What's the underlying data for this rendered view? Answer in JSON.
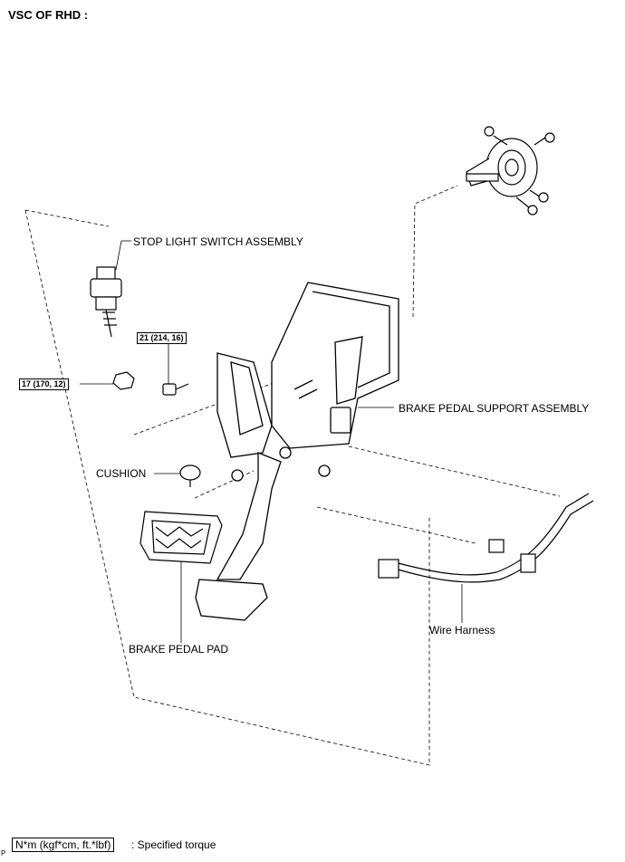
{
  "title": "VSC OF RHD :",
  "labels": {
    "stop_light_switch": "STOP LIGHT SWITCH ASSEMBLY",
    "brake_pedal_support": "BRAKE PEDAL SUPPORT ASSEMBLY",
    "cushion": "CUSHION",
    "wire_harness": "Wire Harness",
    "brake_pedal_pad": "BRAKE PEDAL PAD"
  },
  "torque": {
    "bolt": "21 (214, 16)",
    "nut": "17 (170, 12)"
  },
  "legend": {
    "unit": "N*m (kgf*cm, ft.*lbf)",
    "description": ": Specified torque"
  },
  "corner_mark": "P"
}
